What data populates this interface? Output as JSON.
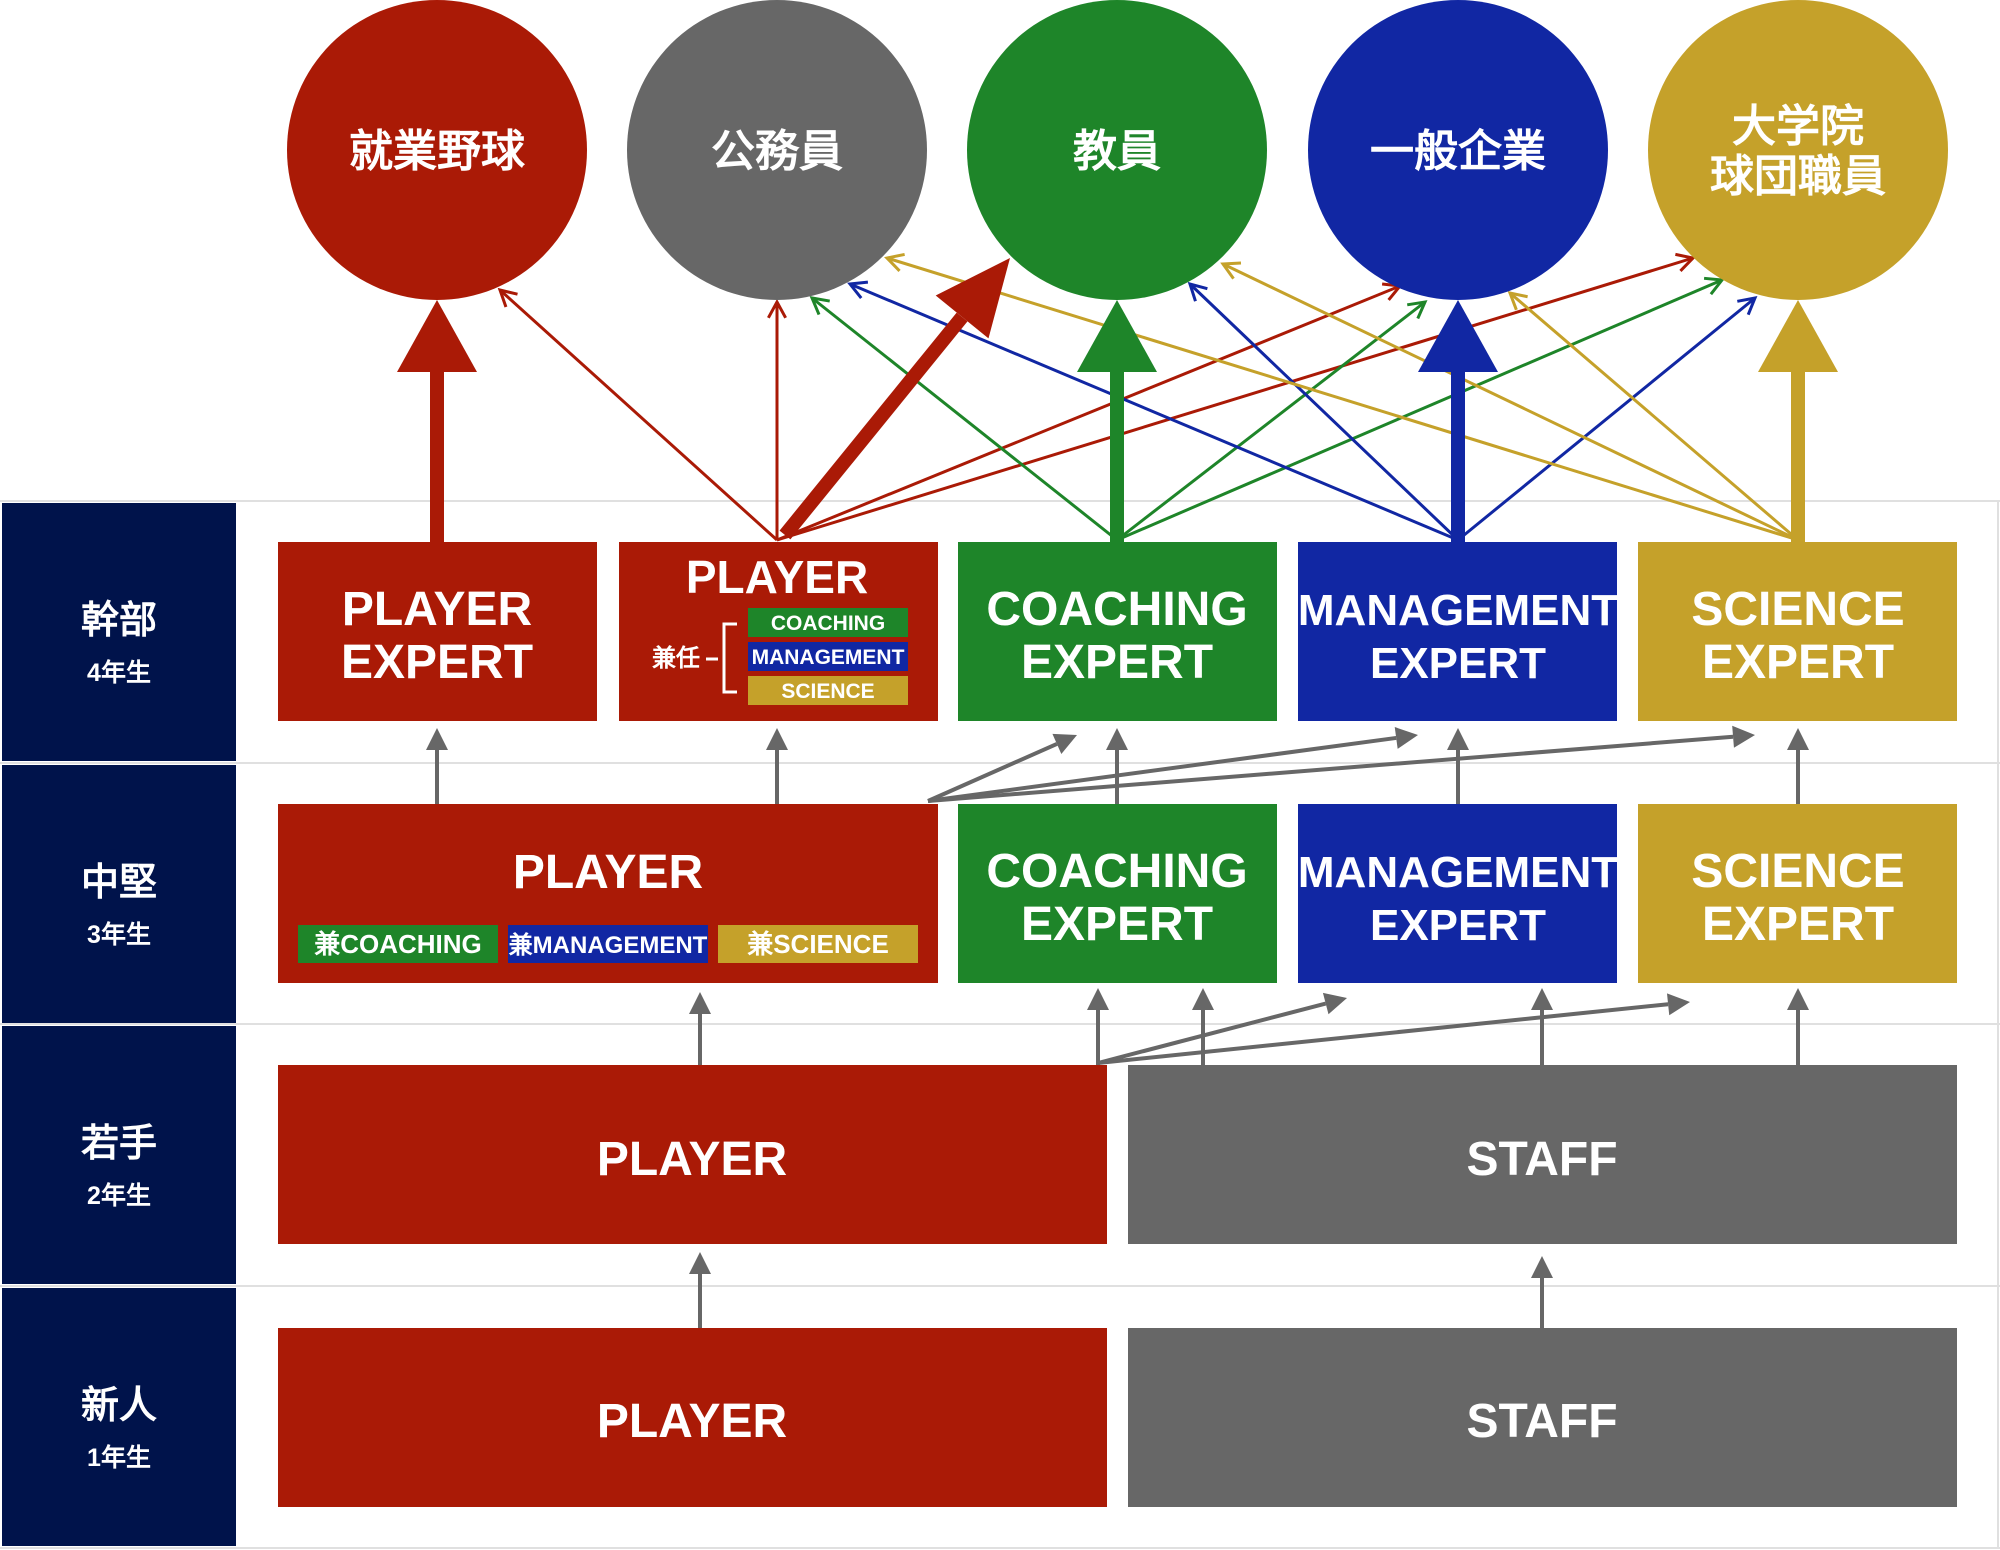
{
  "colors": {
    "player": "#aa1a06",
    "staff": "#676767",
    "coaching": "#1e8529",
    "management": "#1127a3",
    "science": "#c5a12a",
    "sidebar": "#00134b",
    "arrow_gray": "#676767",
    "grid": "#e0e0e0"
  },
  "careers": [
    {
      "id": "pro",
      "lines": [
        "就業野球"
      ],
      "color": "#aa1a06"
    },
    {
      "id": "civil",
      "lines": [
        "公務員"
      ],
      "color": "#676767"
    },
    {
      "id": "teacher",
      "lines": [
        "教員"
      ],
      "color": "#1e8529"
    },
    {
      "id": "company",
      "lines": [
        "一般企業"
      ],
      "color": "#1127a3"
    },
    {
      "id": "grad",
      "lines": [
        "大学院",
        "球団職員"
      ],
      "color": "#c5a12a"
    }
  ],
  "rows": [
    {
      "title": "幹部",
      "grade": "4年生"
    },
    {
      "title": "中堅",
      "grade": "3年生"
    },
    {
      "title": "若手",
      "grade": "2年生"
    },
    {
      "title": "新人",
      "grade": "1年生"
    }
  ],
  "row4": {
    "player_expert": [
      "PLAYER",
      "EXPERT"
    ],
    "player_dual": {
      "title": "PLAYER",
      "concurrent_label": "兼任",
      "tags": [
        "COACHING",
        "MANAGEMENT",
        "SCIENCE"
      ]
    },
    "coaching_expert": [
      "COACHING",
      "EXPERT"
    ],
    "management_expert": [
      "MANAGEMENT",
      "EXPERT"
    ],
    "science_expert": [
      "SCIENCE",
      "EXPERT"
    ]
  },
  "row3": {
    "player": {
      "title": "PLAYER",
      "tags": [
        "兼COACHING",
        "兼MANAGEMENT",
        "兼SCIENCE"
      ]
    },
    "coaching_expert": [
      "COACHING",
      "EXPERT"
    ],
    "management_expert": [
      "MANAGEMENT",
      "EXPERT"
    ],
    "science_expert": [
      "SCIENCE",
      "EXPERT"
    ]
  },
  "row2": {
    "player": "PLAYER",
    "staff": "STAFF"
  },
  "row1": {
    "player": "PLAYER",
    "staff": "STAFF"
  }
}
